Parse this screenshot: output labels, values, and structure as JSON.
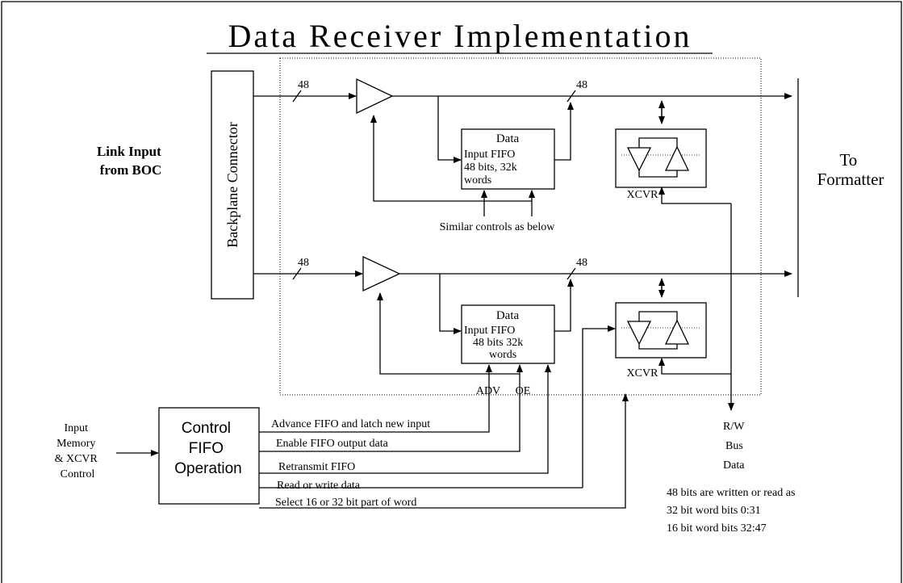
{
  "title": "Data Receiver Implementation",
  "left_labels": {
    "link_input": [
      "Link Input",
      "from BOC"
    ],
    "connector": "Backplane Connector"
  },
  "right_label": [
    "To",
    "Formatter"
  ],
  "upper_channel": {
    "bus_width_in": "48",
    "bus_width_out": "48",
    "fifo": [
      "Data",
      "Input FIFO",
      "48 bits,  32k",
      "words"
    ],
    "xcvr": "XCVR",
    "note": "Similar controls as below"
  },
  "lower_channel": {
    "bus_width_in": "48",
    "bus_width_out": "48",
    "fifo": [
      "Data",
      "Input FIFO",
      "48 bits  32k",
      "words"
    ],
    "xcvr": "XCVR",
    "adv": "ADV",
    "oe": "OE"
  },
  "control_input": [
    "Input",
    "Memory",
    "& XCVR",
    "Control"
  ],
  "control_box": [
    "Control",
    "FIFO",
    "Operation"
  ],
  "control_signals": [
    "Advance FIFO and latch new input",
    "Enable FIFO output data",
    "Retransmit FIFO",
    "Read or write data",
    "Select 16 or 32 bit part of word"
  ],
  "rw_bus": [
    "R/W",
    "Bus",
    "Data"
  ],
  "bit_note": [
    "48 bits are written or read as",
    "32 bit word bits 0:31",
    "16 bit word bits 32:47"
  ]
}
